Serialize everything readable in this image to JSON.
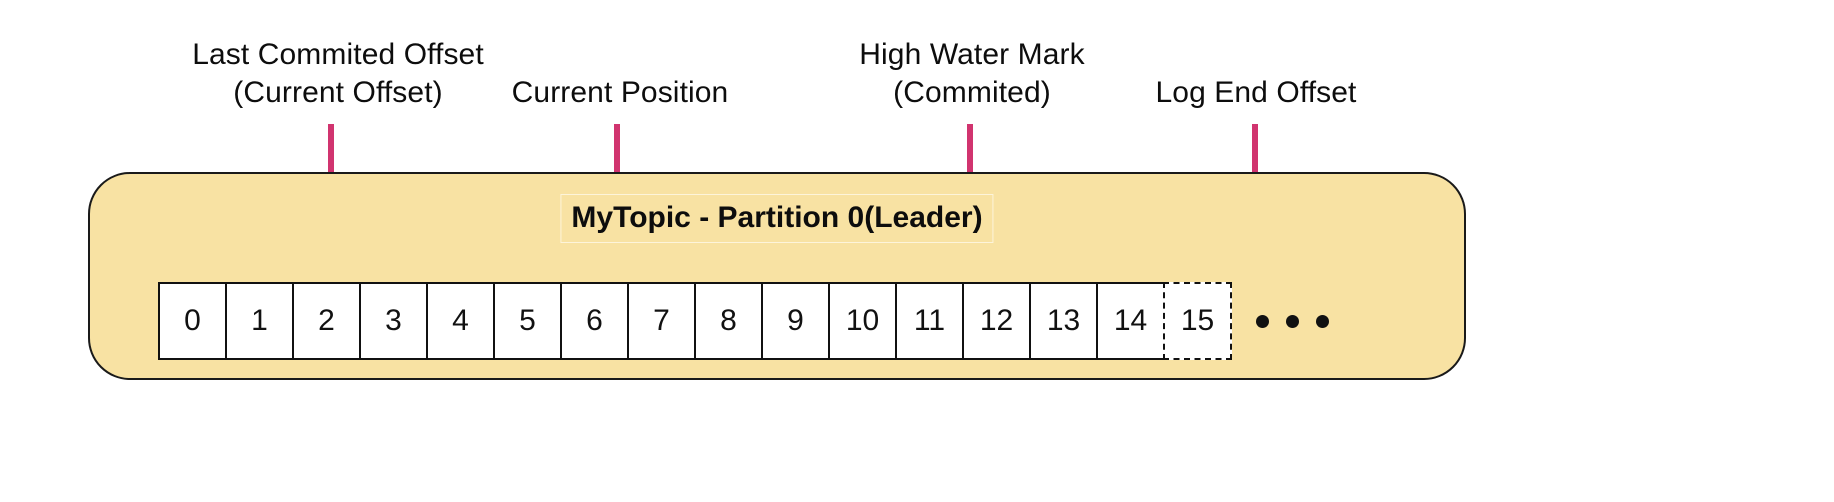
{
  "diagram": {
    "title_label": "MyTopic - Partition 0(Leader)",
    "colors": {
      "partition_fill": "#f8e2a3",
      "arrow": "#d1346f",
      "cell_fill": "#ffffff",
      "stroke": "#111111",
      "background": "#ffffff"
    },
    "annotations": [
      {
        "id": "last-commited-offset",
        "line1": "Last Commited Offset",
        "line2": "(Current Offset)",
        "points_to_offset": "2"
      },
      {
        "id": "current-position",
        "line1": "Current Position",
        "line2": "",
        "points_to_offset": "6"
      },
      {
        "id": "high-water-mark",
        "line1": "High Water Mark",
        "line2": "(Commited)",
        "points_to_offset": "11"
      },
      {
        "id": "log-end-offset",
        "line1": "Log End Offset",
        "line2": "",
        "points_to_offset": "15"
      }
    ],
    "offsets": [
      {
        "label": "0",
        "style": "solid"
      },
      {
        "label": "1",
        "style": "solid"
      },
      {
        "label": "2",
        "style": "solid"
      },
      {
        "label": "3",
        "style": "solid"
      },
      {
        "label": "4",
        "style": "solid"
      },
      {
        "label": "5",
        "style": "solid"
      },
      {
        "label": "6",
        "style": "solid"
      },
      {
        "label": "7",
        "style": "solid"
      },
      {
        "label": "8",
        "style": "solid"
      },
      {
        "label": "9",
        "style": "solid"
      },
      {
        "label": "10",
        "style": "solid"
      },
      {
        "label": "11",
        "style": "solid"
      },
      {
        "label": "12",
        "style": "solid"
      },
      {
        "label": "13",
        "style": "solid"
      },
      {
        "label": "14",
        "style": "solid"
      },
      {
        "label": "15",
        "style": "dashed"
      }
    ],
    "ellipsis_dots": 3
  }
}
